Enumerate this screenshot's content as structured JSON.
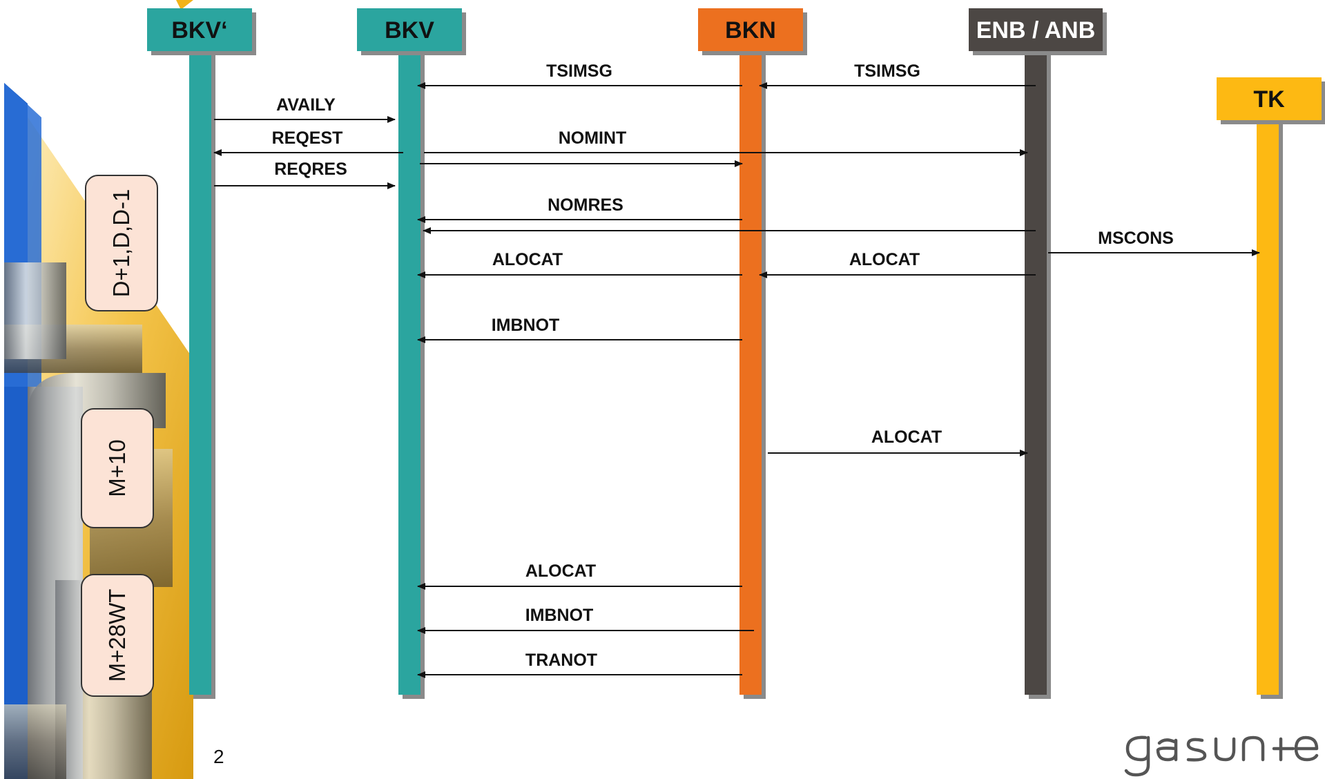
{
  "slide_number": "2",
  "participants": [
    {
      "id": "bkv_prime",
      "label": "BKV‘",
      "color": "#2ba59f",
      "text_color": "#111111"
    },
    {
      "id": "bkv",
      "label": "BKV",
      "color": "#2ba59f",
      "text_color": "#111111"
    },
    {
      "id": "bkn",
      "label": "BKN",
      "color": "#ec701f",
      "text_color": "#111111"
    },
    {
      "id": "enb_anb",
      "label": "ENB / ANB",
      "color": "#4c4744",
      "text_color": "#ffffff"
    },
    {
      "id": "tk",
      "label": "TK",
      "color": "#fdb913",
      "text_color": "#111111"
    }
  ],
  "phases": [
    "D+1,D,D-1",
    "M+10",
    "M+28WT"
  ],
  "messages": [
    {
      "label": "TSIMSG",
      "from": "bkn",
      "to": "bkv"
    },
    {
      "label": "TSIMSG",
      "from": "enb_anb",
      "to": "bkn"
    },
    {
      "label": "AVAILY",
      "from": "bkv_prime",
      "to": "bkv"
    },
    {
      "label": "REQEST",
      "from": "bkv",
      "to": "bkv_prime"
    },
    {
      "label": "NOMINT",
      "from": "bkv",
      "to": "enb_anb"
    },
    {
      "label": "",
      "from": "bkv",
      "to": "bkn"
    },
    {
      "label": "REQRES",
      "from": "bkv_prime",
      "to": "bkv"
    },
    {
      "label": "NOMRES",
      "from": "bkn",
      "to": "bkv"
    },
    {
      "label": "",
      "from": "enb_anb",
      "to": "bkv"
    },
    {
      "label": "MSCONS",
      "from": "enb_anb",
      "to": "tk"
    },
    {
      "label": "ALOCAT",
      "from": "bkn",
      "to": "bkv"
    },
    {
      "label": "ALOCAT",
      "from": "enb_anb",
      "to": "bkn"
    },
    {
      "label": "IMBNOT",
      "from": "bkn",
      "to": "bkv"
    },
    {
      "label": "ALOCAT",
      "from": "bkn",
      "to": "enb_anb"
    },
    {
      "label": "ALOCAT",
      "from": "bkn",
      "to": "bkv"
    },
    {
      "label": "IMBNOT",
      "from": "bkn",
      "to": "bkv"
    },
    {
      "label": "TRANOT",
      "from": "bkn",
      "to": "bkv"
    }
  ],
  "branding": {
    "logo_text": "gasunie",
    "logo_color": "#555555"
  },
  "colors": {
    "arrow": "#111111",
    "phase_fill": "#fce3d6",
    "phase_stroke": "#333333",
    "decor_blue": "#1c5fc9",
    "decor_gold": "#f2b318"
  }
}
